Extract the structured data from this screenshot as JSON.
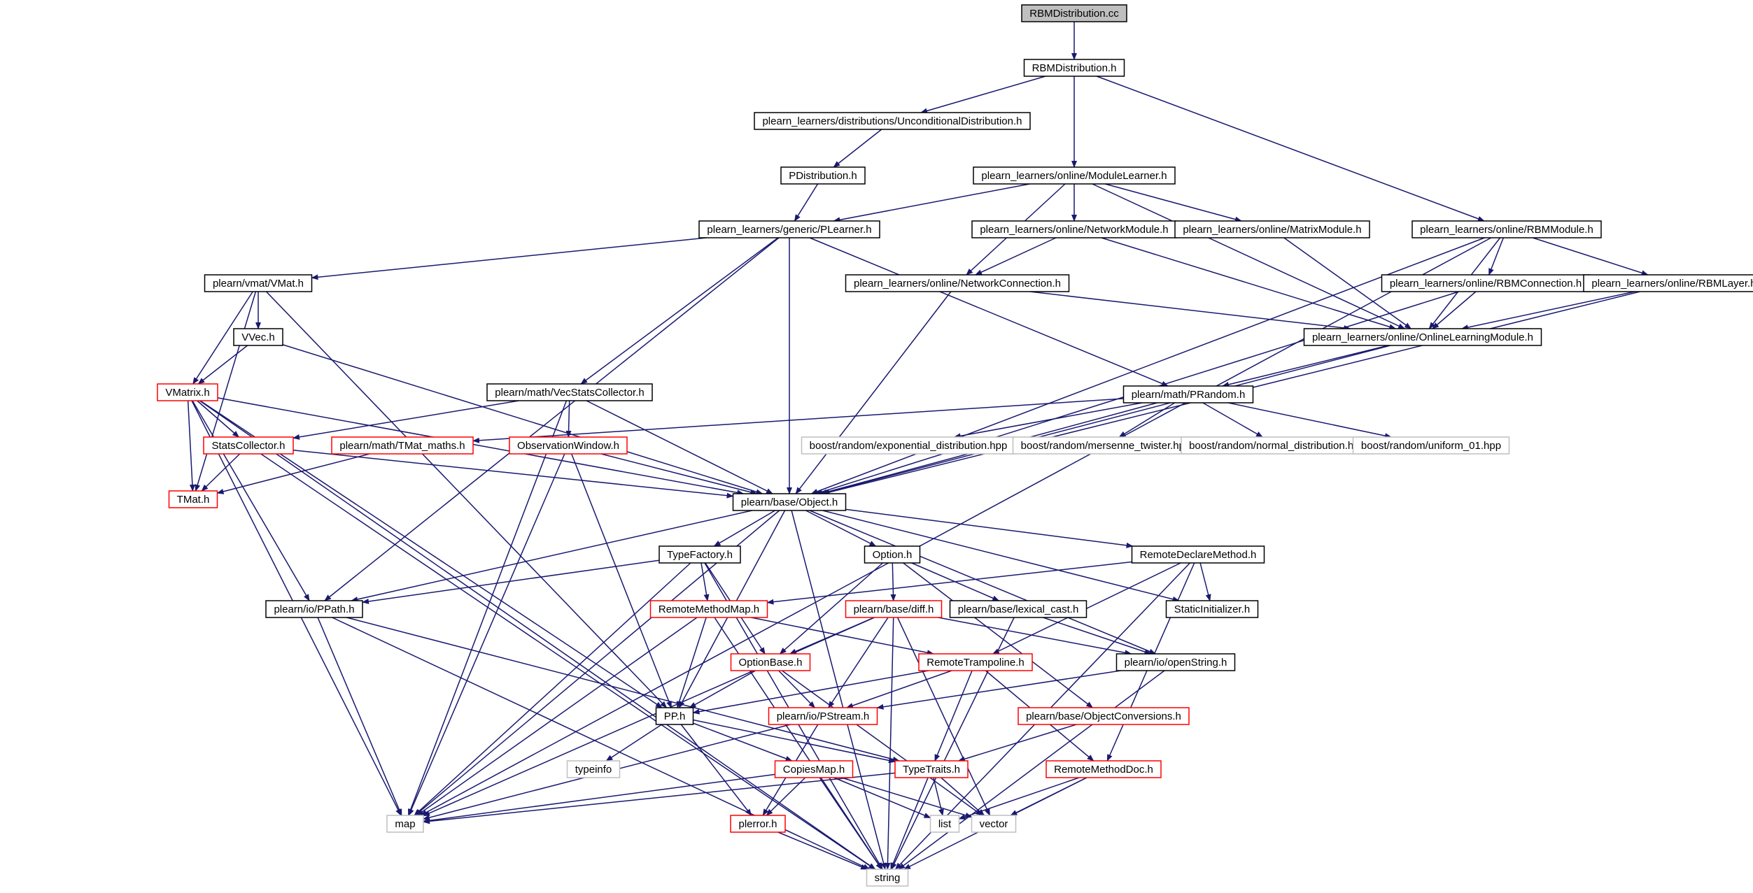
{
  "colors": {
    "edge": "#191970",
    "border_black": "#000000",
    "border_red": "#ff0000",
    "border_gray": "#bfbfbf",
    "root_fill": "#bfbfbf",
    "fill": "#ffffff",
    "text": "#000000"
  },
  "nodes": [
    {
      "id": "RBMDistribution_cc",
      "label": "RBMDistribution.cc",
      "style": "root"
    },
    {
      "id": "RBMDistribution_h",
      "label": "RBMDistribution.h",
      "style": "black"
    },
    {
      "id": "UnconditionalDistribution_h",
      "label": "plearn_learners/distributions/UnconditionalDistribution.h",
      "style": "black"
    },
    {
      "id": "ModuleLearner_h",
      "label": "plearn_learners/online/ModuleLearner.h",
      "style": "black"
    },
    {
      "id": "RBMModule_h",
      "label": "plearn_learners/online/RBMModule.h",
      "style": "black"
    },
    {
      "id": "PDistribution_h",
      "label": "PDistribution.h",
      "style": "black"
    },
    {
      "id": "PLearner_h",
      "label": "plearn_learners/generic/PLearner.h",
      "style": "black"
    },
    {
      "id": "NetworkModule_h",
      "label": "plearn_learners/online/NetworkModule.h",
      "style": "black"
    },
    {
      "id": "MatrixModule_h",
      "label": "plearn_learners/online/MatrixModule.h",
      "style": "black"
    },
    {
      "id": "RBMConnection_h",
      "label": "plearn_learners/online/RBMConnection.h",
      "style": "black"
    },
    {
      "id": "RBMLayer_h",
      "label": "plearn_learners/online/RBMLayer.h",
      "style": "black"
    },
    {
      "id": "VMat_h",
      "label": "plearn/vmat/VMat.h",
      "style": "black"
    },
    {
      "id": "NetworkConnection_h",
      "label": "plearn_learners/online/NetworkConnection.h",
      "style": "black"
    },
    {
      "id": "OnlineLearningModule_h",
      "label": "plearn_learners/online/OnlineLearningModule.h",
      "style": "black"
    },
    {
      "id": "VVec_h",
      "label": "VVec.h",
      "style": "black"
    },
    {
      "id": "VMatrix_h",
      "label": "VMatrix.h",
      "style": "red"
    },
    {
      "id": "VecStatsCollector_h",
      "label": "plearn/math/VecStatsCollector.h",
      "style": "black"
    },
    {
      "id": "PRandom_h",
      "label": "plearn/math/PRandom.h",
      "style": "black"
    },
    {
      "id": "StatsCollector_h",
      "label": "StatsCollector.h",
      "style": "red"
    },
    {
      "id": "TMat_maths_h",
      "label": "plearn/math/TMat_maths.h",
      "style": "red"
    },
    {
      "id": "ObservationWindow_h",
      "label": "ObservationWindow.h",
      "style": "red"
    },
    {
      "id": "exponential_distribution_hpp",
      "label": "boost/random/exponential_distribution.hpp",
      "style": "gray"
    },
    {
      "id": "mersenne_twister_hpp",
      "label": "boost/random/mersenne_twister.hpp",
      "style": "gray"
    },
    {
      "id": "normal_distribution_hpp",
      "label": "boost/random/normal_distribution.hpp",
      "style": "gray"
    },
    {
      "id": "uniform_01_hpp",
      "label": "boost/random/uniform_01.hpp",
      "style": "gray"
    },
    {
      "id": "TMat_h",
      "label": "TMat.h",
      "style": "red"
    },
    {
      "id": "Object_h",
      "label": "plearn/base/Object.h",
      "style": "black"
    },
    {
      "id": "TypeFactory_h",
      "label": "TypeFactory.h",
      "style": "black"
    },
    {
      "id": "Option_h",
      "label": "Option.h",
      "style": "black"
    },
    {
      "id": "RemoteDeclareMethod_h",
      "label": "RemoteDeclareMethod.h",
      "style": "black"
    },
    {
      "id": "PPath_h",
      "label": "plearn/io/PPath.h",
      "style": "black"
    },
    {
      "id": "RemoteMethodMap_h",
      "label": "RemoteMethodMap.h",
      "style": "red"
    },
    {
      "id": "diff_h",
      "label": "plearn/base/diff.h",
      "style": "red"
    },
    {
      "id": "lexical_cast_h",
      "label": "plearn/base/lexical_cast.h",
      "style": "black"
    },
    {
      "id": "StaticInitializer_h",
      "label": "StaticInitializer.h",
      "style": "black"
    },
    {
      "id": "OptionBase_h",
      "label": "OptionBase.h",
      "style": "red"
    },
    {
      "id": "RemoteTrampoline_h",
      "label": "RemoteTrampoline.h",
      "style": "red"
    },
    {
      "id": "openString_h",
      "label": "plearn/io/openString.h",
      "style": "black"
    },
    {
      "id": "PP_h",
      "label": "PP.h",
      "style": "black"
    },
    {
      "id": "PStream_h",
      "label": "plearn/io/PStream.h",
      "style": "red"
    },
    {
      "id": "ObjectConversions_h",
      "label": "plearn/base/ObjectConversions.h",
      "style": "red"
    },
    {
      "id": "typeinfo",
      "label": "typeinfo",
      "style": "gray"
    },
    {
      "id": "CopiesMap_h",
      "label": "CopiesMap.h",
      "style": "red"
    },
    {
      "id": "TypeTraits_h",
      "label": "TypeTraits.h",
      "style": "red"
    },
    {
      "id": "RemoteMethodDoc_h",
      "label": "RemoteMethodDoc.h",
      "style": "red"
    },
    {
      "id": "map",
      "label": "map",
      "style": "gray"
    },
    {
      "id": "list",
      "label": "list",
      "style": "gray"
    },
    {
      "id": "vector",
      "label": "vector",
      "style": "gray"
    },
    {
      "id": "plerror_h",
      "label": "plerror.h",
      "style": "red"
    },
    {
      "id": "string",
      "label": "string",
      "style": "gray"
    }
  ],
  "edges": [
    [
      "RBMDistribution_cc",
      "RBMDistribution_h"
    ],
    [
      "RBMDistribution_h",
      "UnconditionalDistribution_h"
    ],
    [
      "RBMDistribution_h",
      "ModuleLearner_h"
    ],
    [
      "RBMDistribution_h",
      "RBMModule_h"
    ],
    [
      "UnconditionalDistribution_h",
      "PDistribution_h"
    ],
    [
      "PDistribution_h",
      "PLearner_h"
    ],
    [
      "ModuleLearner_h",
      "PLearner_h"
    ],
    [
      "ModuleLearner_h",
      "NetworkModule_h"
    ],
    [
      "ModuleLearner_h",
      "MatrixModule_h"
    ],
    [
      "ModuleLearner_h",
      "NetworkConnection_h"
    ],
    [
      "ModuleLearner_h",
      "OnlineLearningModule_h"
    ],
    [
      "RBMModule_h",
      "RBMConnection_h"
    ],
    [
      "RBMModule_h",
      "RBMLayer_h"
    ],
    [
      "RBMModule_h",
      "OnlineLearningModule_h"
    ],
    [
      "RBMModule_h",
      "map"
    ],
    [
      "RBMModule_h",
      "Object_h"
    ],
    [
      "PLearner_h",
      "VMat_h"
    ],
    [
      "PLearner_h",
      "VecStatsCollector_h"
    ],
    [
      "PLearner_h",
      "PRandom_h"
    ],
    [
      "PLearner_h",
      "Object_h"
    ],
    [
      "PLearner_h",
      "PPath_h"
    ],
    [
      "NetworkModule_h",
      "NetworkConnection_h"
    ],
    [
      "NetworkModule_h",
      "OnlineLearningModule_h"
    ],
    [
      "MatrixModule_h",
      "OnlineLearningModule_h"
    ],
    [
      "RBMConnection_h",
      "OnlineLearningModule_h"
    ],
    [
      "RBMConnection_h",
      "Object_h"
    ],
    [
      "RBMLayer_h",
      "OnlineLearningModule_h"
    ],
    [
      "RBMLayer_h",
      "Object_h"
    ],
    [
      "NetworkConnection_h",
      "OnlineLearningModule_h"
    ],
    [
      "NetworkConnection_h",
      "Object_h"
    ],
    [
      "OnlineLearningModule_h",
      "PRandom_h"
    ],
    [
      "OnlineLearningModule_h",
      "Object_h"
    ],
    [
      "VMat_h",
      "VVec_h"
    ],
    [
      "VMat_h",
      "VMatrix_h"
    ],
    [
      "VMat_h",
      "TMat_h"
    ],
    [
      "VMat_h",
      "PP_h"
    ],
    [
      "VVec_h",
      "VMatrix_h"
    ],
    [
      "VVec_h",
      "Object_h"
    ],
    [
      "VMatrix_h",
      "StatsCollector_h"
    ],
    [
      "VMatrix_h",
      "TMat_h"
    ],
    [
      "VMatrix_h",
      "Object_h"
    ],
    [
      "VMatrix_h",
      "PPath_h"
    ],
    [
      "VMatrix_h",
      "PP_h"
    ],
    [
      "VMatrix_h",
      "map"
    ],
    [
      "VMatrix_h",
      "string"
    ],
    [
      "VecStatsCollector_h",
      "StatsCollector_h"
    ],
    [
      "VecStatsCollector_h",
      "ObservationWindow_h"
    ],
    [
      "VecStatsCollector_h",
      "Object_h"
    ],
    [
      "VecStatsCollector_h",
      "map"
    ],
    [
      "PRandom_h",
      "TMat_maths_h"
    ],
    [
      "PRandom_h",
      "exponential_distribution_hpp"
    ],
    [
      "PRandom_h",
      "mersenne_twister_hpp"
    ],
    [
      "PRandom_h",
      "normal_distribution_hpp"
    ],
    [
      "PRandom_h",
      "uniform_01_hpp"
    ],
    [
      "PRandom_h",
      "Object_h"
    ],
    [
      "StatsCollector_h",
      "TMat_h"
    ],
    [
      "StatsCollector_h",
      "Object_h"
    ],
    [
      "StatsCollector_h",
      "string"
    ],
    [
      "TMat_maths_h",
      "TMat_h"
    ],
    [
      "ObservationWindow_h",
      "Object_h"
    ],
    [
      "ObservationWindow_h",
      "PP_h"
    ],
    [
      "ObservationWindow_h",
      "map"
    ],
    [
      "Object_h",
      "TypeFactory_h"
    ],
    [
      "Object_h",
      "Option_h"
    ],
    [
      "Object_h",
      "RemoteDeclareMethod_h"
    ],
    [
      "Object_h",
      "PPath_h"
    ],
    [
      "Object_h",
      "StaticInitializer_h"
    ],
    [
      "Object_h",
      "openString_h"
    ],
    [
      "Object_h",
      "PP_h"
    ],
    [
      "Object_h",
      "map"
    ],
    [
      "Object_h",
      "string"
    ],
    [
      "TypeFactory_h",
      "RemoteMethodMap_h"
    ],
    [
      "TypeFactory_h",
      "PPath_h"
    ],
    [
      "TypeFactory_h",
      "OptionBase_h"
    ],
    [
      "TypeFactory_h",
      "map"
    ],
    [
      "TypeFactory_h",
      "string"
    ],
    [
      "Option_h",
      "diff_h"
    ],
    [
      "Option_h",
      "lexical_cast_h"
    ],
    [
      "Option_h",
      "OptionBase_h"
    ],
    [
      "Option_h",
      "ObjectConversions_h"
    ],
    [
      "RemoteDeclareMethod_h",
      "RemoteMethodMap_h"
    ],
    [
      "RemoteDeclareMethod_h",
      "StaticInitializer_h"
    ],
    [
      "RemoteDeclareMethod_h",
      "RemoteTrampoline_h"
    ],
    [
      "RemoteDeclareMethod_h",
      "RemoteMethodDoc_h"
    ],
    [
      "RemoteDeclareMethod_h",
      "string"
    ],
    [
      "PPath_h",
      "map"
    ],
    [
      "PPath_h",
      "string"
    ],
    [
      "PPath_h",
      "TypeTraits_h"
    ],
    [
      "RemoteMethodMap_h",
      "RemoteTrampoline_h"
    ],
    [
      "RemoteMethodMap_h",
      "PP_h"
    ],
    [
      "RemoteMethodMap_h",
      "map"
    ],
    [
      "RemoteMethodMap_h",
      "string"
    ],
    [
      "diff_h",
      "OptionBase_h"
    ],
    [
      "diff_h",
      "openString_h"
    ],
    [
      "diff_h",
      "PStream_h"
    ],
    [
      "diff_h",
      "vector"
    ],
    [
      "diff_h",
      "map"
    ],
    [
      "diff_h",
      "string"
    ],
    [
      "lexical_cast_h",
      "openString_h"
    ],
    [
      "lexical_cast_h",
      "string"
    ],
    [
      "OptionBase_h",
      "PP_h"
    ],
    [
      "OptionBase_h",
      "PStream_h"
    ],
    [
      "OptionBase_h",
      "vector"
    ],
    [
      "RemoteTrampoline_h",
      "PP_h"
    ],
    [
      "RemoteTrampoline_h",
      "PStream_h"
    ],
    [
      "RemoteTrampoline_h",
      "TypeTraits_h"
    ],
    [
      "RemoteTrampoline_h",
      "RemoteMethodDoc_h"
    ],
    [
      "openString_h",
      "PStream_h"
    ],
    [
      "openString_h",
      "string"
    ],
    [
      "PP_h",
      "typeinfo"
    ],
    [
      "PP_h",
      "CopiesMap_h"
    ],
    [
      "PP_h",
      "TypeTraits_h"
    ],
    [
      "PP_h",
      "plerror_h"
    ],
    [
      "PStream_h",
      "plerror_h"
    ],
    [
      "PStream_h",
      "map"
    ],
    [
      "ObjectConversions_h",
      "TypeTraits_h"
    ],
    [
      "CopiesMap_h",
      "map"
    ],
    [
      "CopiesMap_h",
      "list"
    ],
    [
      "CopiesMap_h",
      "vector"
    ],
    [
      "CopiesMap_h",
      "plerror_h"
    ],
    [
      "CopiesMap_h",
      "string"
    ],
    [
      "TypeTraits_h",
      "map"
    ],
    [
      "TypeTraits_h",
      "list"
    ],
    [
      "TypeTraits_h",
      "vector"
    ],
    [
      "TypeTraits_h",
      "string"
    ],
    [
      "RemoteMethodDoc_h",
      "list"
    ],
    [
      "RemoteMethodDoc_h",
      "vector"
    ],
    [
      "RemoteMethodDoc_h",
      "string"
    ],
    [
      "plerror_h",
      "string"
    ]
  ]
}
